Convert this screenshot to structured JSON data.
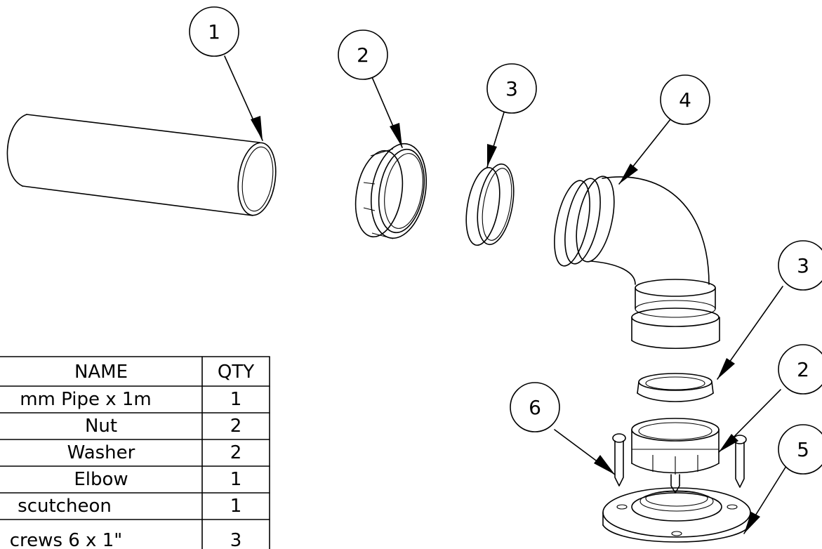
{
  "balloons": [
    {
      "id": "1"
    },
    {
      "id": "2"
    },
    {
      "id": "3"
    },
    {
      "id": "4"
    },
    {
      "id": "3"
    },
    {
      "id": "2"
    },
    {
      "id": "6"
    },
    {
      "id": "5"
    }
  ],
  "bom": {
    "headers": [
      "NAME",
      "QTY"
    ],
    "rows": [
      {
        "name": "mm Pipe x 1m",
        "qty": "1"
      },
      {
        "name": "Nut",
        "qty": "2"
      },
      {
        "name": "Washer",
        "qty": "2"
      },
      {
        "name": "Elbow",
        "qty": "1"
      },
      {
        "name": "scutcheon",
        "qty": "1"
      },
      {
        "name": "crews 6 x 1\"",
        "qty": "3"
      }
    ]
  }
}
